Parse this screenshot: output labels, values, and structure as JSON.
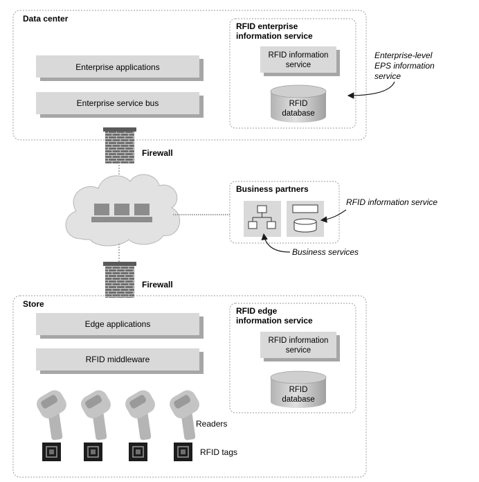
{
  "data_center": {
    "title": "Data center",
    "enterprise_applications": "Enterprise applications",
    "enterprise_service_bus": "Enterprise service bus",
    "eps": {
      "title_line1": "RFID enterprise",
      "title_line2": "information service",
      "info_service_line1": "RFID information",
      "info_service_line2": "service",
      "database_line1": "RFID",
      "database_line2": "database"
    },
    "callout_line1": "Enterprise-level",
    "callout_line2": "EPS information",
    "callout_line3": "service"
  },
  "firewall_top": "Firewall",
  "firewall_bottom": "Firewall",
  "business_partners": {
    "title": "Business partners",
    "rfid_info_callout": "RFID information service",
    "business_services_callout": "Business services"
  },
  "store": {
    "title": "Store",
    "edge_applications": "Edge applications",
    "rfid_middleware": "RFID middleware",
    "edge_service": {
      "title_line1": "RFID edge",
      "title_line2": "information service",
      "info_service_line1": "RFID information",
      "info_service_line2": "service",
      "database_line1": "RFID",
      "database_line2": "database"
    },
    "readers_label": "Readers",
    "tags_label": "RFID tags"
  },
  "colors": {
    "box_fill": "#d9d9d9",
    "box_shadow": "#a6a6a6",
    "brick": "#6e6e6e",
    "cloud": "#e2e2e2",
    "outline": "#8c8c8c"
  }
}
